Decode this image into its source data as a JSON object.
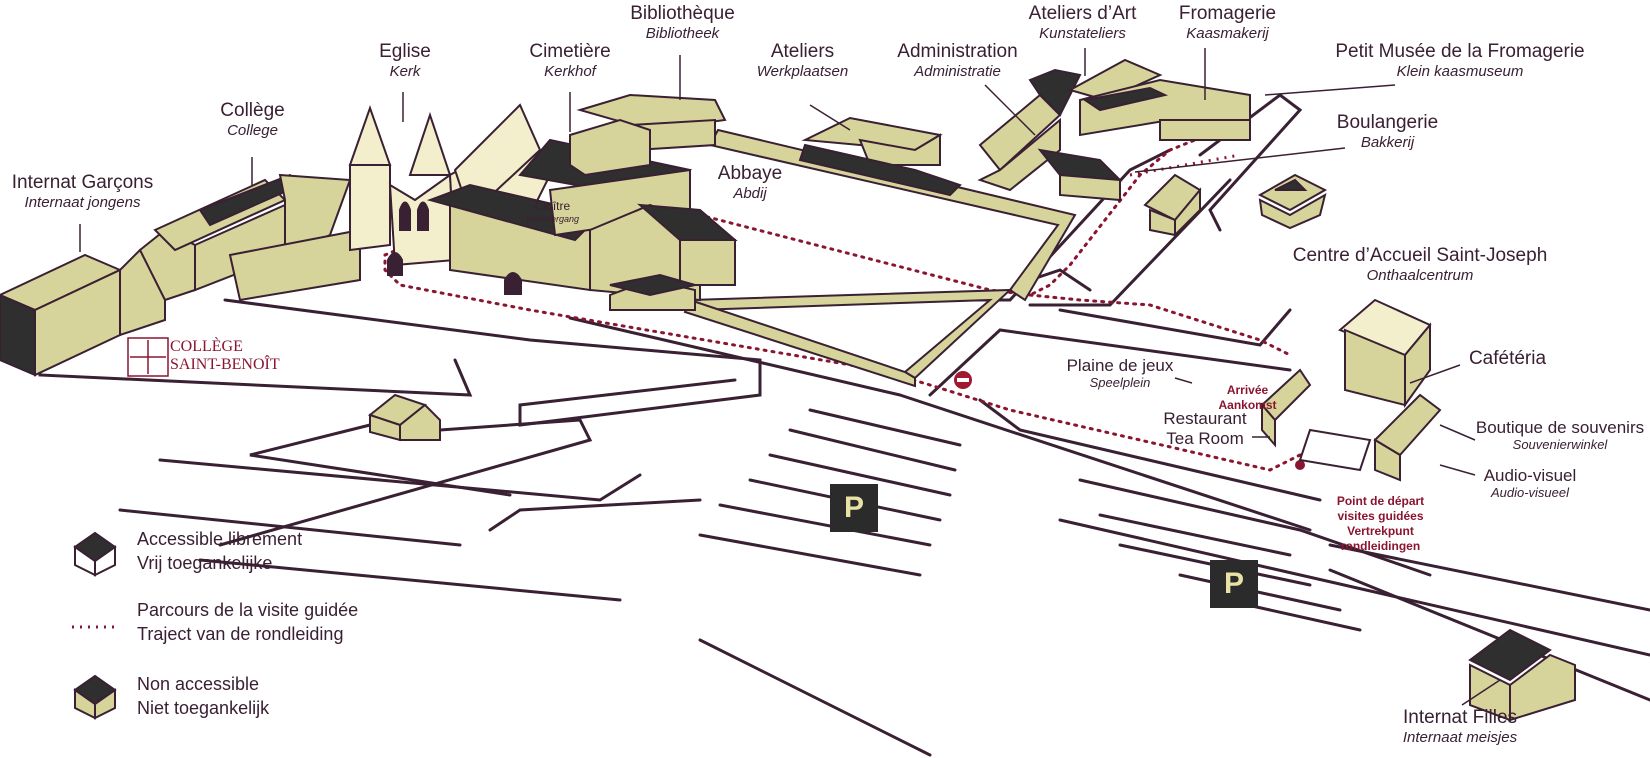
{
  "colors": {
    "building_light": "#d6d39b",
    "roof_dark": "#2f2f2f",
    "church": "#f3efcc",
    "outline": "#3a2033",
    "route": "#8a1530"
  },
  "labels": {
    "internat_garcons": {
      "fr": "Internat Garçons",
      "nl": "Internaat jongens"
    },
    "college": {
      "fr": "Collège",
      "nl": "College"
    },
    "eglise": {
      "fr": "Eglise",
      "nl": "Kerk"
    },
    "cimetiere": {
      "fr": "Cimetière",
      "nl": "Kerkhof"
    },
    "bibliotheque": {
      "fr": "Bibliothèque",
      "nl": "Bibliotheek"
    },
    "ateliers": {
      "fr": "Ateliers",
      "nl": "Werkplaatsen"
    },
    "administration": {
      "fr": "Administration",
      "nl": "Administratie"
    },
    "ateliers_art": {
      "fr": "Ateliers d’Art",
      "nl": "Kunstateliers"
    },
    "fromagerie": {
      "fr": "Fromagerie",
      "nl": "Kaasmakerij"
    },
    "petit_musee": {
      "fr": "Petit Musée de la Fromagerie",
      "nl": "Klein kaasmuseum"
    },
    "boulangerie": {
      "fr": "Boulangerie",
      "nl": "Bakkerij"
    },
    "abbaye": {
      "fr": "Abbaye",
      "nl": "Abdij"
    },
    "cloitre": {
      "fr": "Cloître",
      "nl": "Kloostergang"
    },
    "centre_accueil": {
      "fr": "Centre d’Accueil Saint-Joseph",
      "nl": "Onthaalcentrum"
    },
    "cafeteria": {
      "fr": "Cafétéria"
    },
    "plaine_jeux": {
      "fr": "Plaine de jeux",
      "nl": "Speelplein"
    },
    "restaurant": {
      "fr": "Restaurant",
      "fr2": "Tea Room"
    },
    "boutique": {
      "fr": "Boutique de souvenirs",
      "nl": "Souvenierwinkel"
    },
    "audio": {
      "fr": "Audio-visuel",
      "nl": "Audio-visueel"
    },
    "internat_filles": {
      "fr": "Internat Filles",
      "nl": "Internaat meisjes"
    },
    "arrivee": {
      "fr": "Arrivée",
      "nl": "Aankomst"
    },
    "depart": {
      "l1": "Point de départ",
      "l2": "visites guidées",
      "l3": "Vertrekpunt",
      "l4": "rondleidingen"
    },
    "college_logo": {
      "l1": "COLLÈGE",
      "l2": "SAINT-BENOÎT"
    }
  },
  "parking": {
    "symbol": "P"
  },
  "legend": [
    {
      "icon": "light-building-icon",
      "fr": "Accessible librement",
      "nl": "Vrij toegankelijke"
    },
    {
      "icon": "dotted-route-icon",
      "fr": "Parcours de la visite guidée",
      "nl": "Traject van de rondleiding"
    },
    {
      "icon": "dark-building-icon",
      "fr": "Non accessible",
      "nl": "Niet toegankelijk"
    }
  ]
}
